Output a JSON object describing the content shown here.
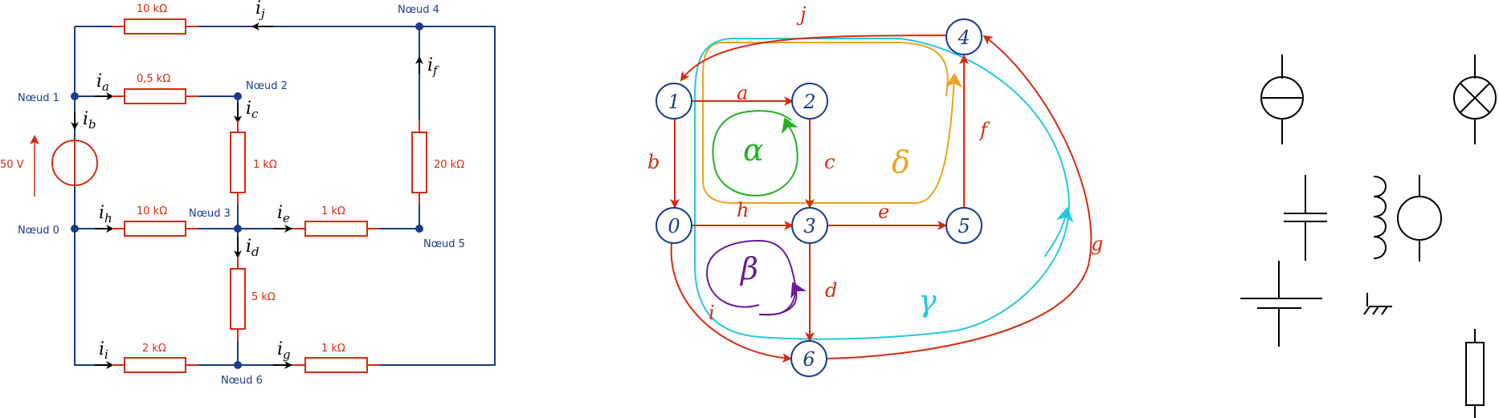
{
  "colors": {
    "wire": "#1a3a8c",
    "resistor": "#d42a0f",
    "node_text": "#1a3a8c",
    "graph_edge": "#d42a0f",
    "alpha": "#22b022",
    "beta": "#6a1a9a",
    "gamma": "#22c8e0",
    "delta": "#f0a020",
    "symbol": "#000000"
  },
  "circuit": {
    "nodes": {
      "n0": "Nœud 0",
      "n1": "Nœud 1",
      "n2": "Nœud 2",
      "n3": "Nœud 3",
      "n4": "Nœud 4",
      "n5": "Nœud 5",
      "n6": "Nœud 6"
    },
    "resistors": {
      "top": "10 kΩ",
      "n1n2": "0,5 kΩ",
      "vert_n2n3": "1 kΩ",
      "n0n3": "10 kΩ",
      "n3n5": "1 kΩ",
      "vert_n4n5": "20 kΩ",
      "vert_n3n6": "5 kΩ",
      "bottom_left": "2 kΩ",
      "bottom_right": "1 kΩ"
    },
    "source": "50 V",
    "currents": {
      "a": "a",
      "b": "b",
      "c": "c",
      "d": "d",
      "e": "e",
      "f": "f",
      "g": "g",
      "h": "h",
      "i": "i",
      "j": "j"
    }
  },
  "graph": {
    "nodes": [
      "0",
      "1",
      "2",
      "3",
      "4",
      "5",
      "6"
    ],
    "edges": {
      "a": "a",
      "b": "b",
      "c": "c",
      "d": "d",
      "e": "e",
      "f": "f",
      "g": "g",
      "h": "h",
      "i": "i",
      "j": "j"
    },
    "loops": {
      "alpha": "α",
      "beta": "β",
      "gamma": "γ",
      "delta": "δ"
    }
  },
  "symbols": [
    "ammeter-symbol",
    "lamp-symbol",
    "capacitor-symbol",
    "inductor-symbol",
    "voltmeter-symbol",
    "battery-symbol",
    "ground-symbol",
    "resistor-symbol"
  ]
}
